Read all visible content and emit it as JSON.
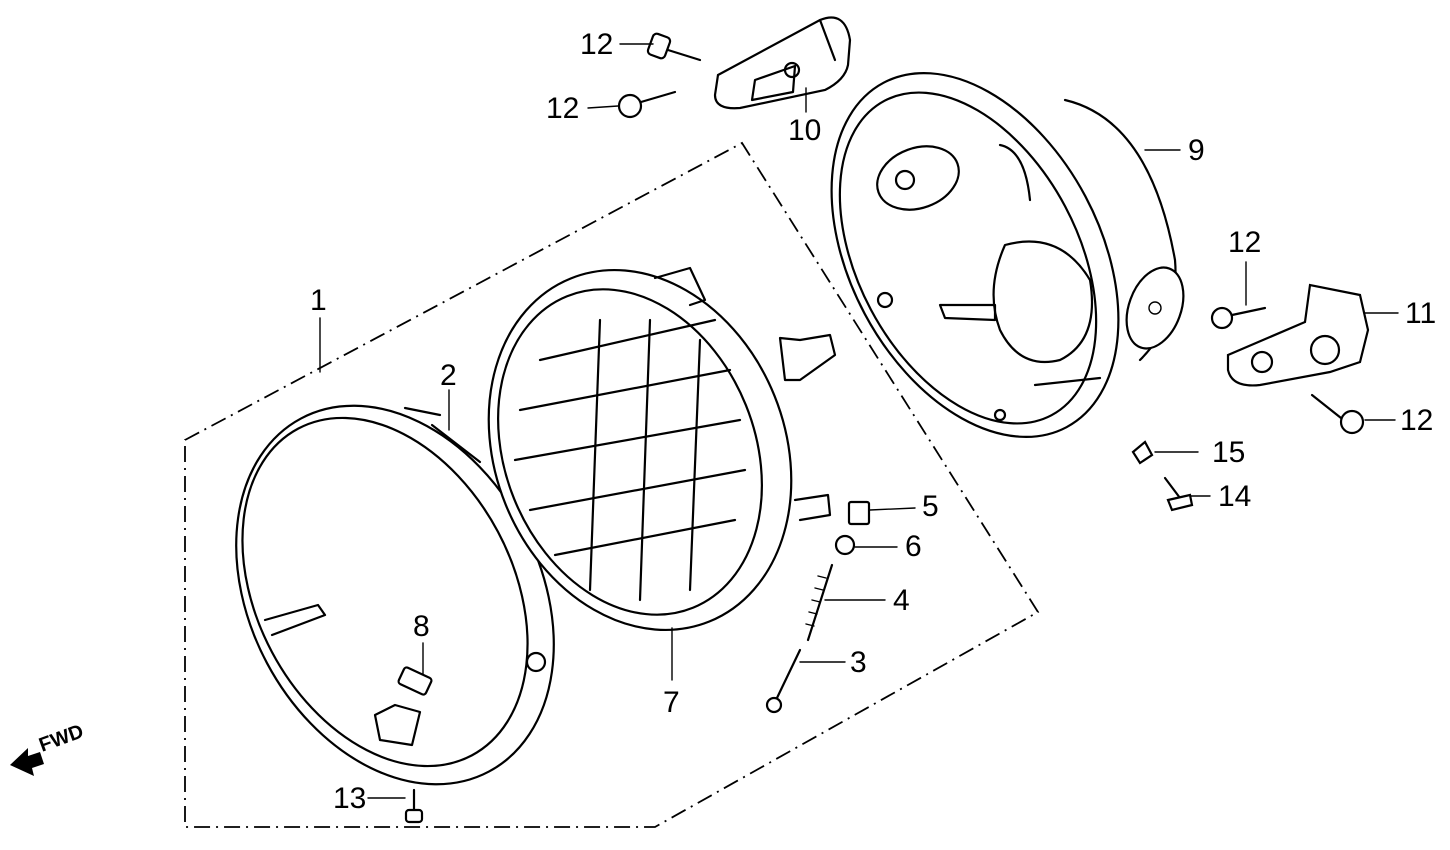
{
  "diagram": {
    "callouts": {
      "c1": "1",
      "c2": "2",
      "c3": "3",
      "c4": "4",
      "c5": "5",
      "c6": "6",
      "c7": "7",
      "c8": "8",
      "c9": "9",
      "c10": "10",
      "c11": "11",
      "c12a": "12",
      "c12b": "12",
      "c12c": "12",
      "c12d": "12",
      "c13": "13",
      "c14": "14",
      "c15": "15"
    },
    "direction_label": "FWD"
  }
}
